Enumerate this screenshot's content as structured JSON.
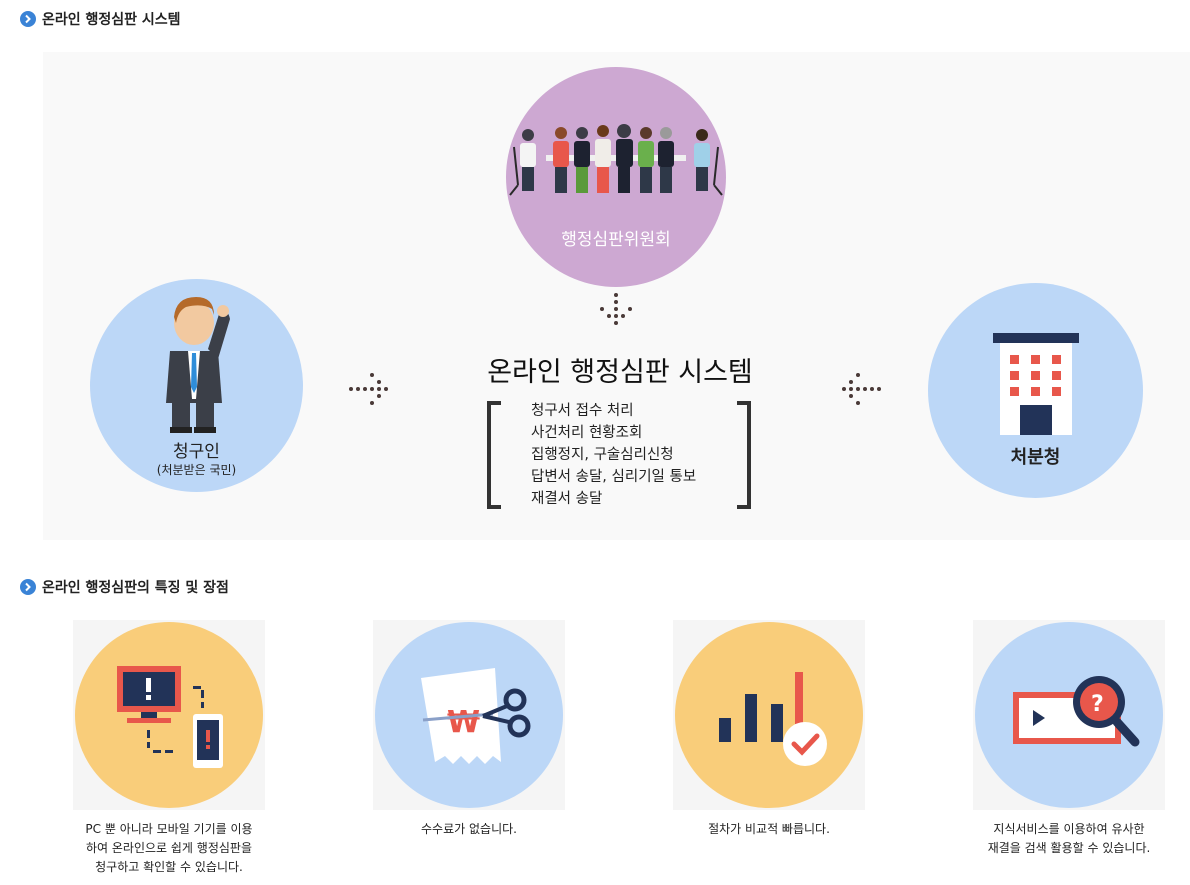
{
  "section1": {
    "title": "온라인 행정심판 시스템"
  },
  "committee": {
    "label": "행정심판위원회"
  },
  "claimant": {
    "label": "청구인",
    "sub": "(처분받은 국민)"
  },
  "agency": {
    "label": "처분청"
  },
  "system": {
    "title": "온라인 행정심판 시스템",
    "items": [
      "청구서 접수 처리",
      "사건처리 현황조회",
      "집행정지, 구술심리신청",
      "답변서 송달, 심리기일 통보",
      "재결서 송달"
    ]
  },
  "section2": {
    "title": "온라인 행정심판의 특징 및 장점"
  },
  "features": [
    {
      "lines": [
        "PC 뿐 아니라 모바일 기기를 이용",
        "하여 온라인으로 쉽게 행정심판을",
        "청구하고 확인할 수 있습니다."
      ]
    },
    {
      "lines": [
        "수수료가 없습니다."
      ]
    },
    {
      "lines": [
        "절차가 비교적 빠릅니다."
      ]
    },
    {
      "lines": [
        "지식서비스를 이용하여 유사한",
        "재결을 검색 활용할 수 있습니다."
      ]
    }
  ],
  "colors": {
    "accent": "#3a83d6",
    "purple": "#cda8d2",
    "lightblue": "#bcd7f7",
    "yellow": "#f9cd7a",
    "red": "#e8574b",
    "navy": "#223358"
  }
}
